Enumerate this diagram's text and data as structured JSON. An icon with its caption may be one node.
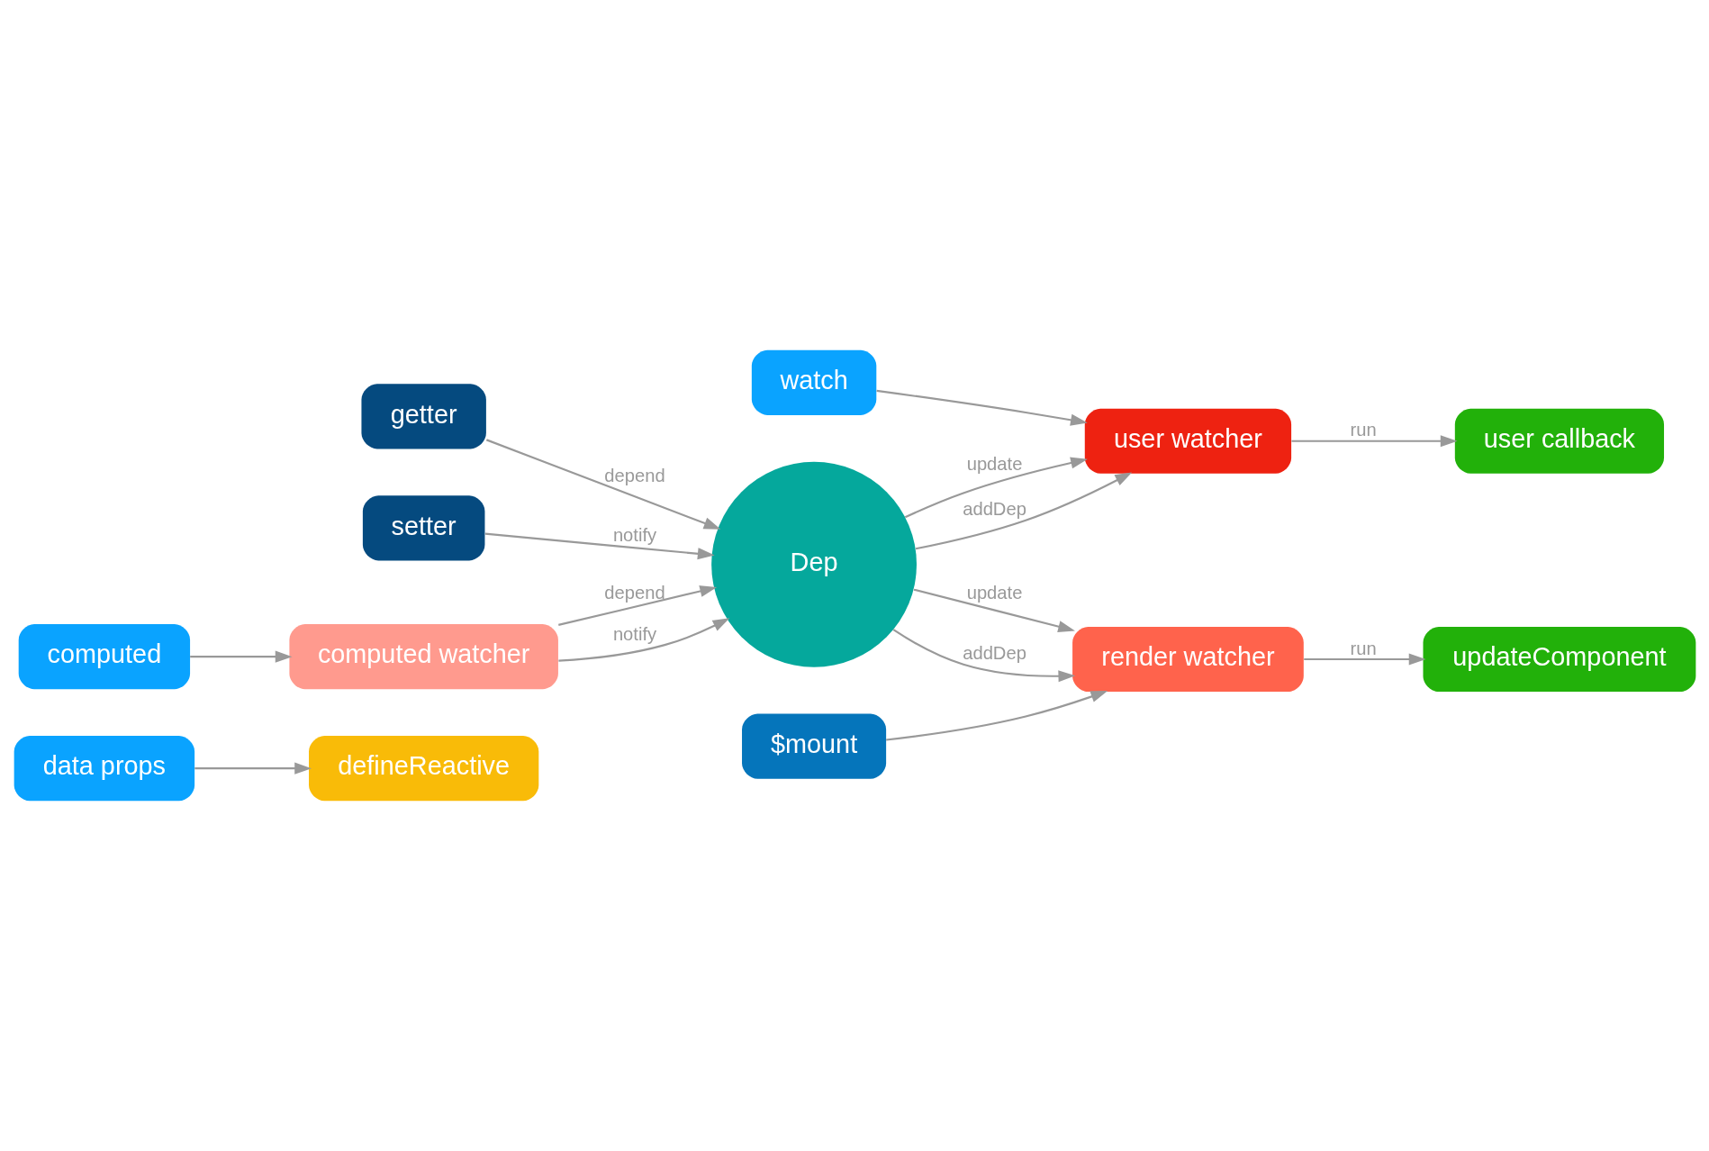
{
  "diagram": {
    "nodes": [
      {
        "text": [
          "data props"
        ]
      },
      {
        "text": [
          "defineReactive"
        ]
      },
      {
        "text": [
          "$mount"
        ]
      },
      {
        "text": [
          "getter"
        ]
      },
      {
        "text": [
          "setter"
        ]
      },
      {
        "text": [
          "Dep"
        ]
      },
      {
        "text": [
          "render watcher"
        ]
      },
      {
        "text": [
          "computed"
        ]
      },
      {
        "text": [
          "updateComponent"
        ]
      },
      {
        "text": [
          "computed watcher"
        ]
      },
      {
        "text": [
          "watch"
        ]
      },
      {
        "text": [
          "user watcher"
        ]
      },
      {
        "text": [
          "user callback"
        ]
      }
    ],
    "edges": [
      {
        "from": 0,
        "to": 1,
        "arrow": "to"
      },
      {
        "from": 3,
        "to": 5,
        "arrow": "to",
        "label": "depend"
      },
      {
        "from": 4,
        "to": 5,
        "arrow": "to",
        "label": "notify"
      },
      {
        "from": 5,
        "to": 6,
        "arrow": "to",
        "label": "addDep"
      },
      {
        "from": 5,
        "to": 6,
        "arrow": "to",
        "label": "update"
      },
      {
        "from": 2,
        "to": 6,
        "arrow": "to"
      },
      {
        "from": 6,
        "to": 8,
        "arrow": "to",
        "label": "run"
      },
      {
        "from": 7,
        "to": 9,
        "arrow": "to"
      },
      {
        "from": 9,
        "to": 5,
        "arrow": "to",
        "label": "depend"
      },
      {
        "from": 9,
        "to": 5,
        "arrow": "to",
        "label": "notify"
      },
      {
        "from": 5,
        "to": 11,
        "arrow": "to",
        "label": "update"
      },
      {
        "from": 5,
        "to": 11,
        "arrow": "to",
        "label": "addDep"
      },
      {
        "from": 10,
        "to": 11,
        "arrow": "to"
      },
      {
        "from": 11,
        "to": 12,
        "arrow": "to",
        "label": "run"
      }
    ]
  }
}
